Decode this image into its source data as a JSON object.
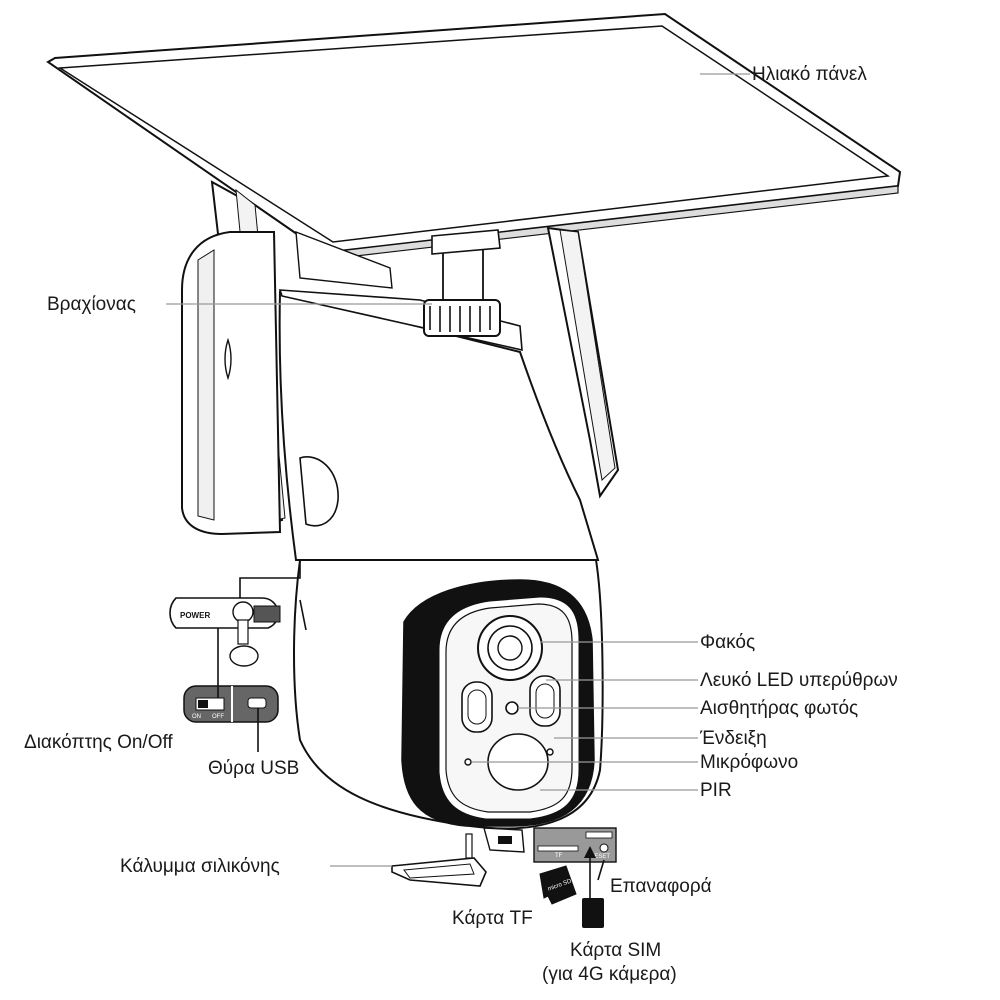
{
  "labels": {
    "solar_panel": "Ηλιακό πάνελ",
    "bracket": "Βραχίονας",
    "lens": "Φακός",
    "white_led": "Λευκό LED υπερύθρων",
    "light_sensor": "Αισθητήρας φωτός",
    "indicator": "Ένδειξη",
    "microphone": "Μικρόφωνο",
    "pir": "PIR",
    "switch": "Διακόπτης On/Off",
    "usb": "Θύρα USB",
    "silicone_cover": "Κάλυμμα σιλικόνης",
    "reset": "Επαναφορά",
    "tf_card": "Κάρτα TF",
    "sim_card": "Κάρτα SIM",
    "sim_note": "(για 4G κάμερα)"
  },
  "device_markings": {
    "power": "POWER",
    "on": "ON",
    "off": "OFF",
    "tf": "TF",
    "reset": "RESET",
    "micro_sd": "micro SD"
  }
}
